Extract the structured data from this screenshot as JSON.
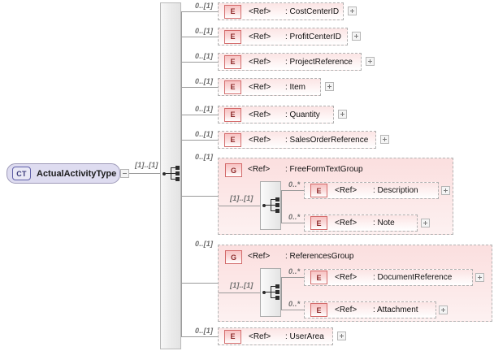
{
  "diagram": {
    "type": "xsd-schema-diagram",
    "root": {
      "badge": "CT",
      "label": "ActualActivityType",
      "toggle": "minus",
      "occurrence": "[1]..[1]"
    },
    "compositor": "sequence",
    "ref_label": "<Ref>",
    "rows": [
      {
        "kind": "element",
        "badge": "E",
        "ref": "<Ref>",
        "name": ": CostCenterID",
        "occurrence": "0..[1]",
        "expand": "+"
      },
      {
        "kind": "element",
        "badge": "E",
        "ref": "<Ref>",
        "name": ": ProfitCenterID",
        "occurrence": "0..[1]",
        "expand": "+"
      },
      {
        "kind": "element",
        "badge": "E",
        "ref": "<Ref>",
        "name": ": ProjectReference",
        "occurrence": "0..[1]",
        "expand": "+"
      },
      {
        "kind": "element",
        "badge": "E",
        "ref": "<Ref>",
        "name": ": Item",
        "occurrence": "0..[1]",
        "expand": "+"
      },
      {
        "kind": "element",
        "badge": "E",
        "ref": "<Ref>",
        "name": ": Quantity",
        "occurrence": "0..[1]",
        "expand": "+"
      },
      {
        "kind": "element",
        "badge": "E",
        "ref": "<Ref>",
        "name": ": SalesOrderReference",
        "occurrence": "0..[1]",
        "expand": "+"
      },
      {
        "kind": "group",
        "badge": "G",
        "ref": "<Ref>",
        "name": ": FreeFormTextGroup",
        "occurrence": "0..[1]",
        "inner_occurrence": "[1]..[1]",
        "compositor": "sequence",
        "children": [
          {
            "badge": "E",
            "ref": "<Ref>",
            "name": ": Description",
            "occurrence": "0..*",
            "expand": "+"
          },
          {
            "badge": "E",
            "ref": "<Ref>",
            "name": ": Note",
            "occurrence": "0..*",
            "expand": "+"
          }
        ]
      },
      {
        "kind": "group",
        "badge": "G",
        "ref": "<Ref>",
        "name": ": ReferencesGroup",
        "occurrence": "0..[1]",
        "inner_occurrence": "[1]..[1]",
        "compositor": "sequence",
        "children": [
          {
            "badge": "E",
            "ref": "<Ref>",
            "name": ": DocumentReference",
            "occurrence": "0..*",
            "expand": "+"
          },
          {
            "badge": "E",
            "ref": "<Ref>",
            "name": ": Attachment",
            "occurrence": "0..*",
            "expand": "+"
          }
        ]
      },
      {
        "kind": "element",
        "badge": "E",
        "ref": "<Ref>",
        "name": ": UserArea",
        "occurrence": "0..[1]",
        "expand": "+"
      }
    ]
  },
  "colors": {
    "element_fill": "#fbe4e4",
    "group_fill": "#fbdfdf",
    "badge_border": "#d36a6a",
    "complextype_fill": "#dedcf0",
    "line": "#9a9a9a"
  }
}
